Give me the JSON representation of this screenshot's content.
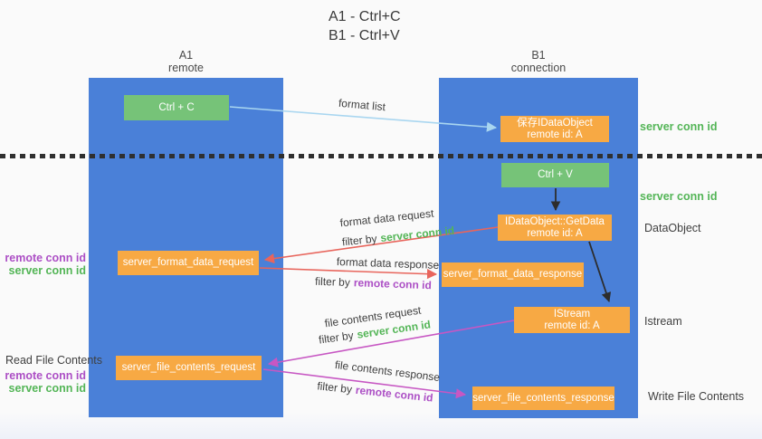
{
  "title": {
    "line1": "A1 - Ctrl+C",
    "line2": "B1 - Ctrl+V"
  },
  "columns": {
    "a1": {
      "name": "A1",
      "subtitle": "remote"
    },
    "b1": {
      "name": "B1",
      "subtitle": "connection"
    }
  },
  "nodes": {
    "ctrl_c": "Ctrl + C",
    "ctrl_v": "Ctrl + V",
    "save_dataobject": {
      "line1": "保存IDataObject",
      "line2": "remote id: A"
    },
    "getdata": {
      "line1": "IDataObject::GetData",
      "line2": "remote id: A"
    },
    "istream": {
      "line1": "IStream",
      "line2": "remote id: A"
    },
    "format_request": "server_format_data_request",
    "format_response": "server_format_data_response",
    "file_request": "server_file_contents_request",
    "file_response": "server_file_contents_response"
  },
  "labels": {
    "format_list": "format list",
    "format_data_request": "format data request",
    "format_data_response": "format data response",
    "file_contents_request": "file contents request",
    "file_contents_response": "file contents response",
    "filter_by": "filter by",
    "server_conn_id": "server conn id",
    "remote_conn_id": "remote conn id",
    "dataobject": "DataObject",
    "istream": "Istream",
    "read_file_contents": "Read File Contents",
    "write_file_contents": "Write File Contents"
  },
  "colors": {
    "lifeline_blue": "#4a80d8",
    "action_green": "#76c378",
    "message_orange": "#f7a944",
    "request_red": "#e8655c",
    "contents_magenta": "#c757c3",
    "format_list_blue": "#a9d6f0",
    "server_conn_green": "#53b556",
    "remote_conn_purple": "#ac4fc5",
    "arrow_black": "#2d2d2d"
  }
}
